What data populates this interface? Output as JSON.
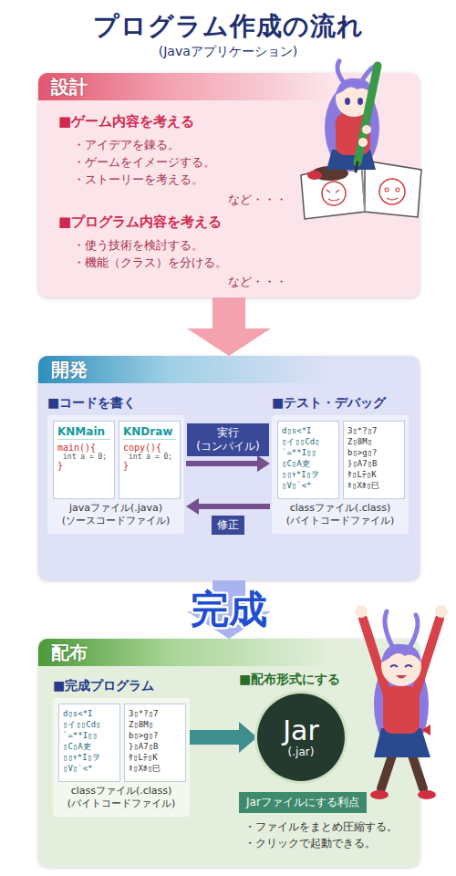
{
  "diagram": {
    "title": "プログラム作成の流れ",
    "nodes": [
      {
        "text": [
          "設計",
          "■ゲーム内容を考える",
          "・アイデアを錬る。",
          "・ゲームをイメージする。",
          "・ストーリーを考える。",
          "など・・・",
          "■プログラム内容を考える",
          "・使う技術を検討する。",
          "・機能（クラス）を分ける。",
          "など・・・"
        ]
      },
      {
        "text": [
          "開発"
        ]
      },
      {
        "text": [
          "■コードを書く",
          "javaファイル(.java) (ソースコードファイル)"
        ],
        "in": 1
      },
      {
        "text": [
          "KNMain",
          "main(){",
          "int a = 0;",
          "}"
        ],
        "in": 2
      },
      {
        "text": [
          "KNDraw",
          "copy(){",
          "int a = 0;",
          "}"
        ],
        "in": 2
      },
      {
        "text": [
          "■テスト・デバッグ",
          "classファイル(.class) (バイトコードファイル)"
        ],
        "in": 1
      },
      {
        "text": [
          "d▯s<*I",
          "▯イ▯▯Cd▯",
          "`=**I▯▯",
          "▯C▯A吏",
          "▯▯ｬ*I▯ヲ",
          "▯V▯`<*"
        ],
        "in": 5
      },
      {
        "text": [
          "3▯*?▯7",
          "Z▯8M▯",
          "b▯>g▯?",
          "}▯A7▯B",
          "ﾀ▯Lﾃ▯K",
          "ﾈ▯Xﾎ▯巳"
        ],
        "in": 5
      },
      {
        "text": [
          "配布",
          "■配布形式にする",
          "・ファイルをまとめ圧縮する。",
          "・クリックで起動できる。"
        ]
      },
      {
        "text": [
          "■完成プログラム",
          "classファイル(.class) (バイトコードファイル)"
        ],
        "in": 8
      },
      {
        "text": [
          "d▯s<*I",
          "▯イ▯▯Cd▯",
          "`=**I▯▯",
          "▯C▯A吏",
          "▯▯ｬ*I▯ヲ",
          "▯V▯`<*"
        ],
        "in": 9
      },
      {
        "text": [
          "3▯*?▯7",
          "Z▯8M▯",
          "b▯>g▯?",
          "}▯A7▯B",
          "ﾀ▯Lﾃ▯K",
          "ﾈ▯Xﾎ▯巳"
        ],
        "in": 9
      },
      {
        "text": [
          "Jar",
          "(.jar)"
        ],
        "in": 8
      },
      {
        "text": [
          "Jarファイルにする利点"
        ],
        "in": 8
      }
    ],
    "edges": [
      {
        "from": 0,
        "to": 1,
        "arrow": "to"
      },
      {
        "from": 1,
        "to": 8,
        "arrow": "to",
        "label": "完成"
      },
      {
        "from": 2,
        "to": 5,
        "arrow": "to",
        "label": "実行 (コンパイル)"
      },
      {
        "from": 5,
        "to": 2,
        "arrow": "to",
        "label": "修正"
      },
      {
        "from": 9,
        "to": 12,
        "arrow": "to"
      }
    ],
    "labels": [
      "(Javaアプリケーション)"
    ]
  }
}
